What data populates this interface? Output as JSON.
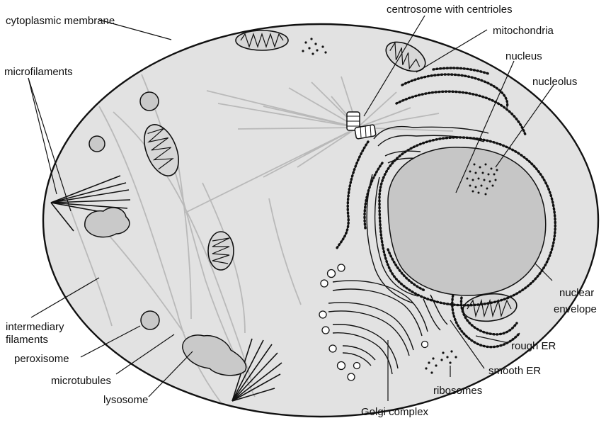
{
  "labels": {
    "cytoplasmic_membrane": "cytoplasmic membrane",
    "microfilaments": "microfilaments",
    "centrosome": "centrosome with centrioles",
    "mitochondria": "mitochondria",
    "nucleus": "nucleus",
    "nucleolus": "nucleolus",
    "nuclear_envelope_line1": "nuclear",
    "nuclear_envelope_line2": "envelope",
    "intermediary_filaments_line1": "intermediary",
    "intermediary_filaments_line2": "filaments",
    "peroxisome": "peroxisome",
    "microtubules": "microtubules",
    "lysosome": "lysosome",
    "rough_er": "rough ER",
    "smooth_er": "smooth ER",
    "ribosomes": "ribosomes",
    "golgi_complex": "Golgi complex"
  },
  "colors": {
    "cytoplasm": "#e2e2e2",
    "nucleus": "#c6c6c6",
    "outline": "#111111",
    "filament": "#b9b9b9"
  }
}
